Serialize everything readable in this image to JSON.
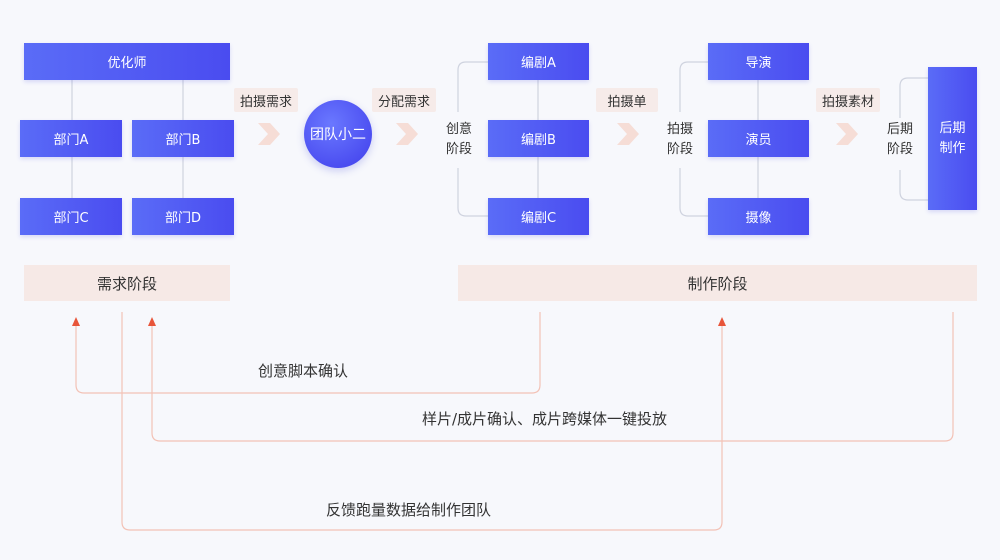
{
  "nodes": {
    "optimizer": "优化师",
    "dept_a": "部门A",
    "dept_b": "部门B",
    "dept_c": "部门C",
    "dept_d": "部门D",
    "team": "团队小二",
    "writer_a": "编剧A",
    "writer_b": "编剧B",
    "writer_c": "编剧C",
    "director": "导演",
    "actor": "演员",
    "camera": "摄像",
    "post_line1": "后期",
    "post_line2": "制作"
  },
  "tags": {
    "shoot_request": "拍摄需求",
    "assign_request": "分配需求",
    "shoot_order": "拍摄单",
    "shoot_material": "拍摄素材"
  },
  "phases": {
    "creative_line1": "创意",
    "creative_line2": "阶段",
    "shooting_line1": "拍摄",
    "shooting_line2": "阶段",
    "post_line1": "后期",
    "post_line2": "阶段"
  },
  "stages": {
    "demand": "需求阶段",
    "production": "制作阶段"
  },
  "feedback": {
    "script_confirm": "创意脚本确认",
    "sample_confirm": "样片/成片确认、成片跨媒体一键投放",
    "data_feedback": "反馈跑量数据给制作团队"
  },
  "colors": {
    "node": "#4a4cf0",
    "tag_bg": "#f6ebe9",
    "connector": "#f3c2b6",
    "arrow": "#e8553a",
    "chevron": "#f6ddd6"
  }
}
